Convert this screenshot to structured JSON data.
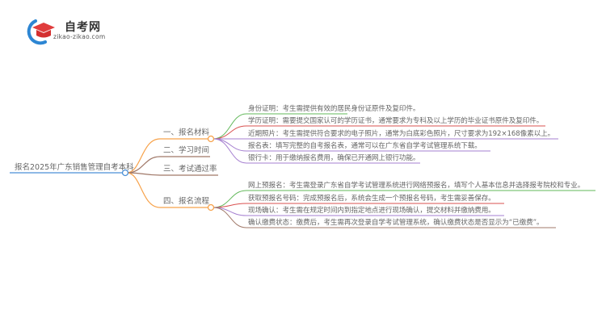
{
  "logo": {
    "title": "自考网",
    "url": "zikao-zikao.com",
    "icon": "graduation-cap-icon"
  },
  "colors": {
    "root": "#4a8fd6",
    "orange": "#f7a24a",
    "brown": "#a07868",
    "green": "#62b85a",
    "red": "#d9504f",
    "purple": "#a57fd0"
  },
  "mindmap": {
    "root": "报名2025年广东销售管理自考本科",
    "branches": [
      {
        "label": "一、报名材料",
        "children": [
          "身份证明：考生需提供有效的居民身份证原件及复印件。",
          "学历证明：需要提交国家认可的学历证书，通常要求为专科及以上学历的毕业证书原件及复印件。",
          "近期照片：考生需提供符合要求的电子照片，通常为白底彩色照片，尺寸要求为192×168像素以上。",
          "报名表：填写完整的自考报名表，通常可以在广东省自学考试管理系统下载。",
          "银行卡：用于缴纳报名费用，确保已开通网上银行功能。"
        ]
      },
      {
        "label": "二、学习时间",
        "children": []
      },
      {
        "label": "三、考试通过率",
        "children": []
      },
      {
        "label": "四、报名流程",
        "children": [
          "网上预报名：考生需登录广东省自学考试管理系统进行网络预报名，填写个人基本信息并选择报考院校和专业。",
          "获取预报名号码：完成预报名后，系统会生成一个预报名号码，考生需妥善保存。",
          "现场确认：考生需在规定时间内到指定地点进行现场确认，提交材料并缴纳费用。",
          "确认缴费状态：缴费后，考生需再次登录自学考试管理系统，确认缴费状态是否显示为“已缴费”。"
        ]
      }
    ]
  }
}
